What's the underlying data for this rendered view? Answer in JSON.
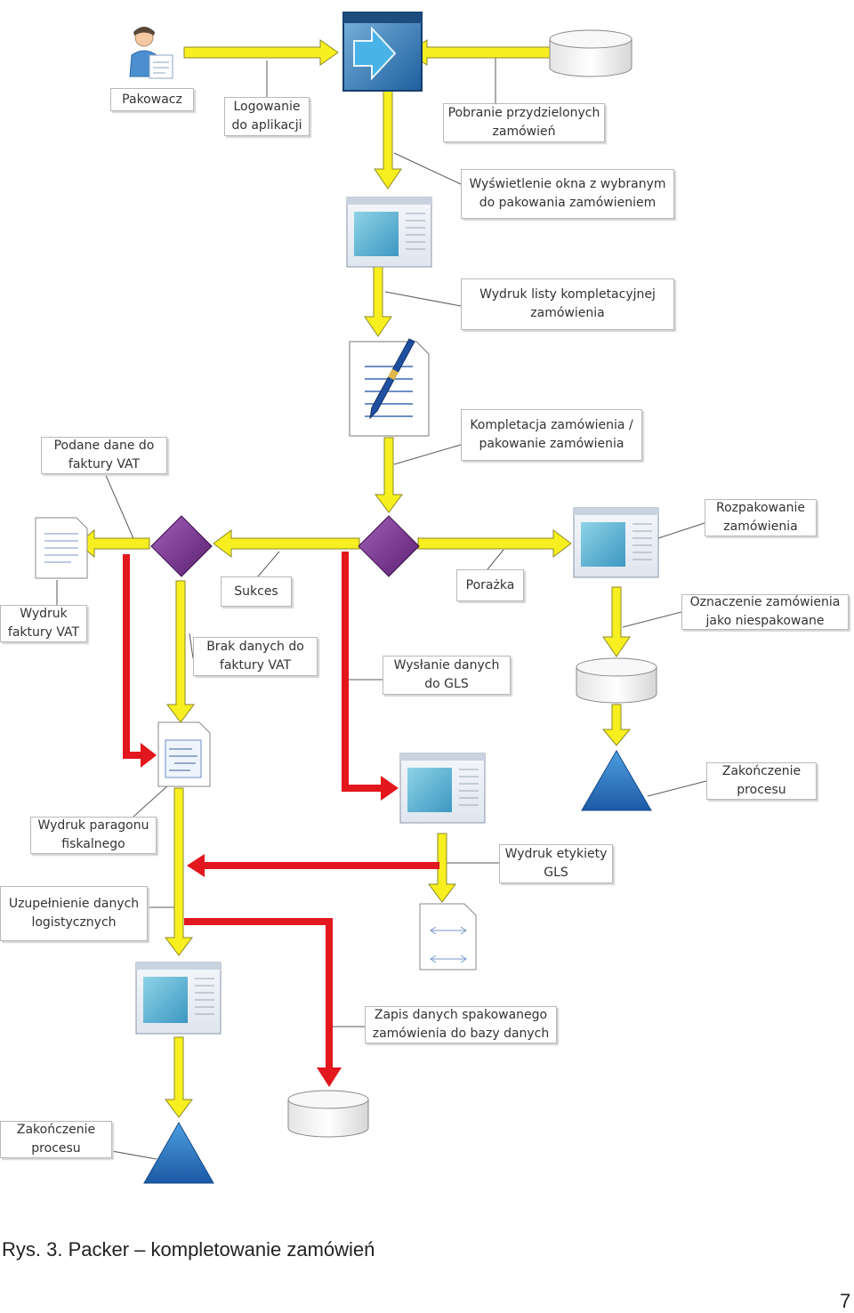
{
  "colors": {
    "flow_yellow": "#f7ef1f",
    "flow_red": "#e3171e",
    "diamond": "#7a2f8f",
    "triangle": "#2a73c2",
    "connector": "#5a5a5a"
  },
  "labels": {
    "pakowacz": "Pakowacz",
    "logowanie": [
      "Logowanie",
      "do aplikacji"
    ],
    "pobranie": [
      "Pobranie przydzielonych",
      "zamówień"
    ],
    "wyswietlenie": [
      "Wyświetlenie okna z wybranym",
      "do pakowania zamówieniem"
    ],
    "wydruk_listy": [
      "Wydruk listy kompletacyjnej",
      "zamówienia"
    ],
    "kompletacja": [
      "Kompletacja zamówienia /",
      "pakowanie zamówienia"
    ],
    "podane_dane": [
      "Podane dane do",
      "faktury VAT"
    ],
    "rozpakowanie": [
      "Rozpakowanie",
      "zamówienia"
    ],
    "wydruk_faktury": [
      "Wydruk",
      "faktury VAT"
    ],
    "sukces": "Sukces",
    "porazka": "Porażka",
    "oznaczenie": [
      "Oznaczenie zamówienia",
      "jako niespakowane"
    ],
    "brak_danych": [
      "Brak danych do",
      "faktury VAT"
    ],
    "wyslanie": [
      "Wysłanie danych",
      "do GLS"
    ],
    "zakonczenie_right": [
      "Zakończenie",
      "procesu"
    ],
    "wydruk_paragonu": [
      "Wydruk paragonu",
      "fiskalnego"
    ],
    "wydruk_etykiety": [
      "Wydruk etykiety",
      "GLS"
    ],
    "uzupelnienie": [
      "Uzupełnienie danych",
      "logistycznych"
    ],
    "zapis": [
      "Zapis danych spakowanego",
      "zamówienia do bazy danych"
    ],
    "zakonczenie_left": [
      "Zakończenie",
      "procesu"
    ]
  },
  "caption": "Rys. 3. Packer – kompletowanie zamówień",
  "page_number": "7"
}
